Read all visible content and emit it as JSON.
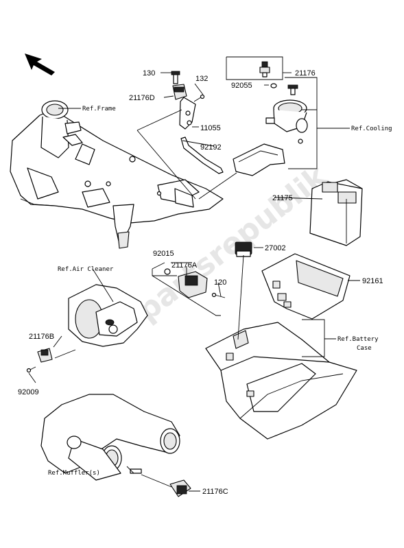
{
  "watermark": "partsrepublik",
  "labels": {
    "p130": "130",
    "p132": "132",
    "p21176D": "21176D",
    "p11055": "11055",
    "p92192": "92192",
    "p21176": "21176",
    "p92055": "92055",
    "p21175": "21175",
    "p27002": "27002",
    "p92015": "92015",
    "p21176A": "21176A",
    "p120": "120",
    "p92161": "92161",
    "p21176B": "21176B",
    "p92009": "92009",
    "p21176C": "21176C"
  },
  "refs": {
    "frame": "Ref.Frame",
    "cooling": "Ref.Cooling",
    "air_cleaner": "Ref.Air Cleaner",
    "battery_line1": "Ref.Battery",
    "battery_line2": "Case",
    "muffler": "Ref.Muffler(s)"
  }
}
